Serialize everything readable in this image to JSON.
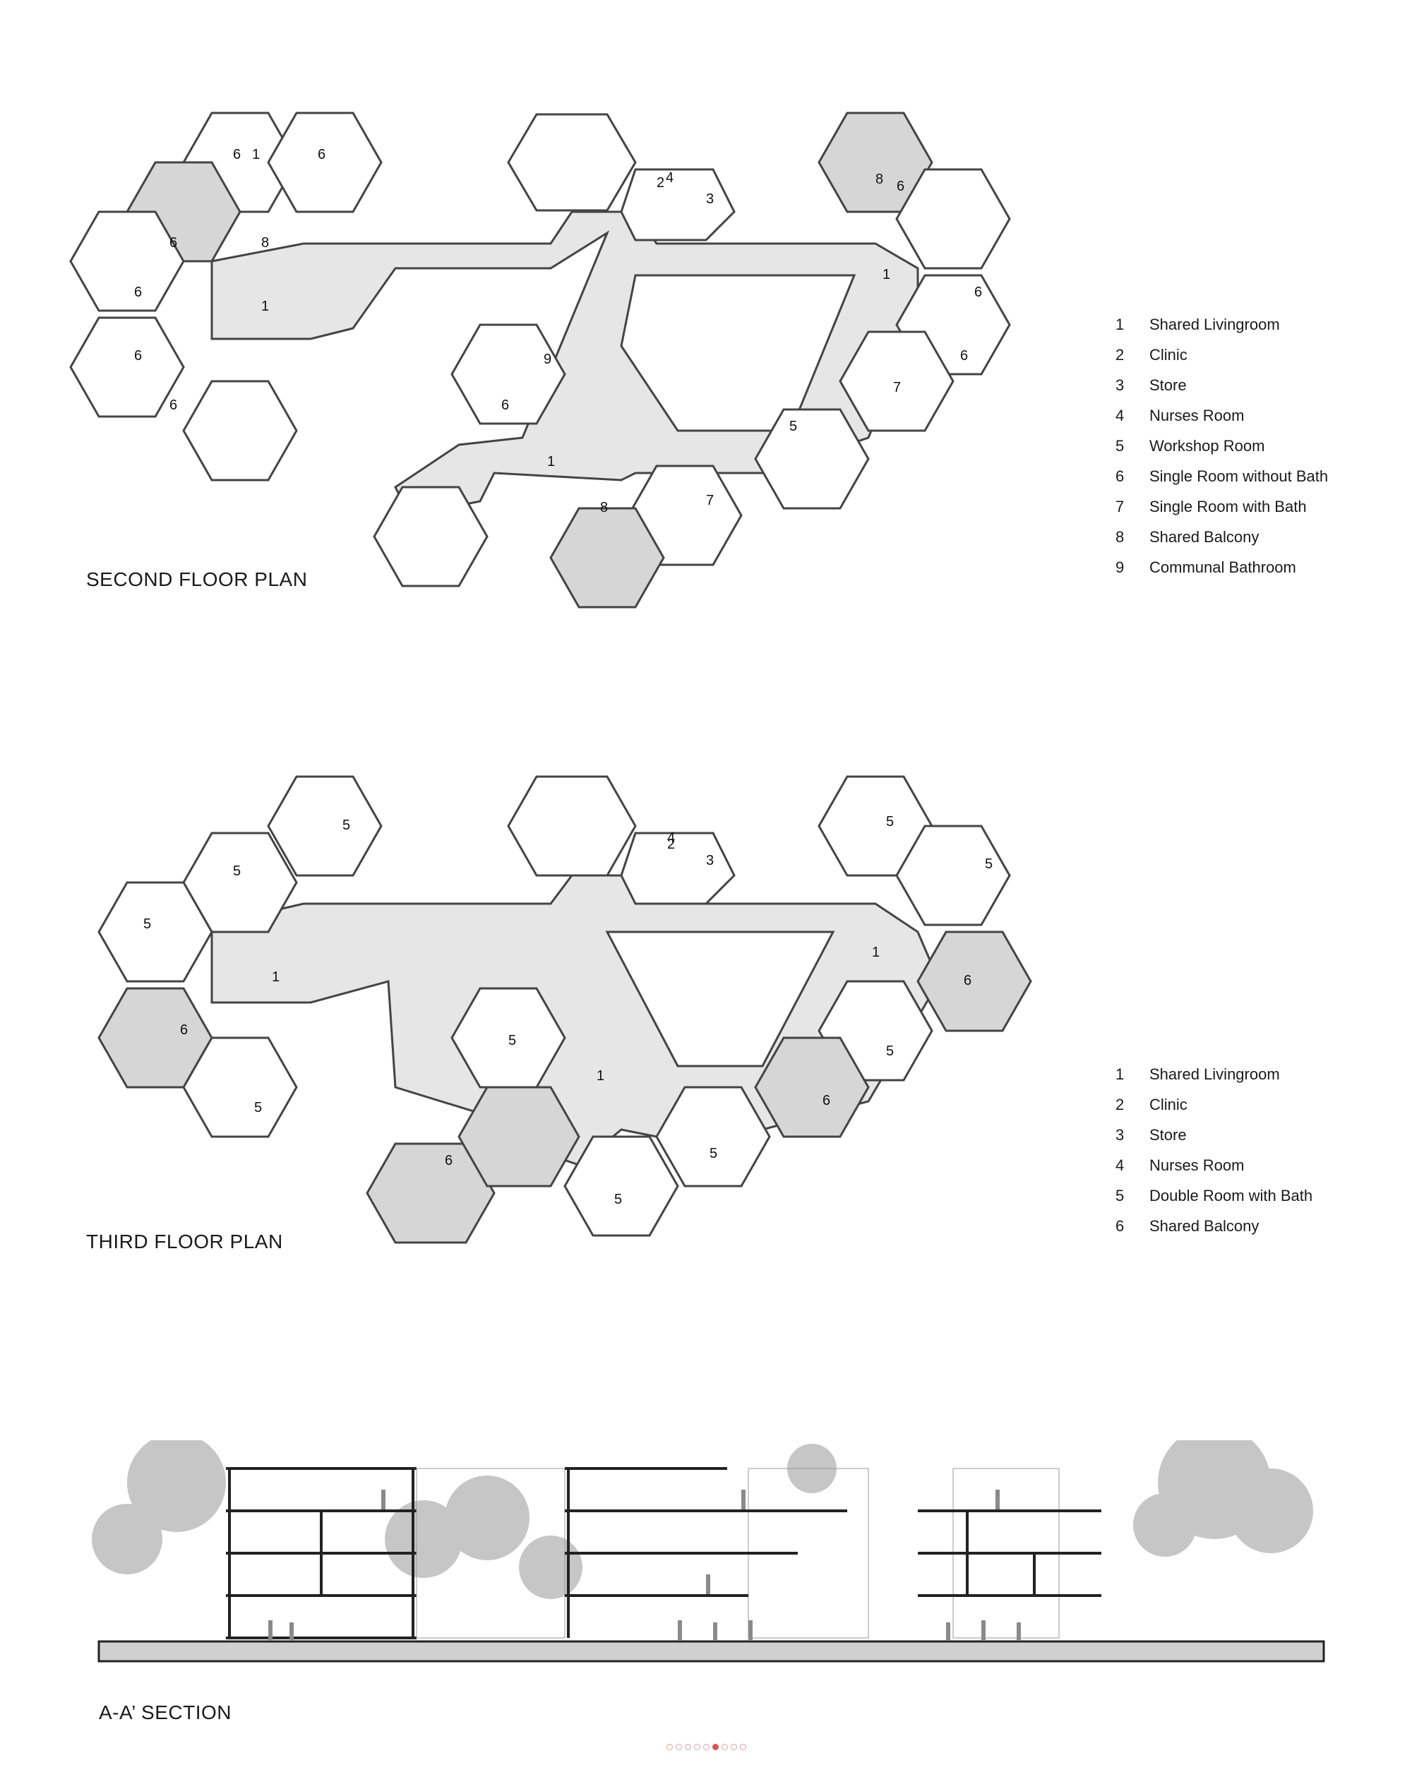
{
  "second_floor": {
    "title": "SECOND FLOOR PLAN",
    "legend": [
      {
        "num": "1",
        "label": "Shared Livingroom"
      },
      {
        "num": "2",
        "label": "Clinic"
      },
      {
        "num": "3",
        "label": "Store"
      },
      {
        "num": "4",
        "label": "Nurses Room"
      },
      {
        "num": "5",
        "label": "Workshop Room"
      },
      {
        "num": "6",
        "label": "Single Room without Bath"
      },
      {
        "num": "7",
        "label": "Single Room with Bath"
      },
      {
        "num": "8",
        "label": "Shared Balcony"
      },
      {
        "num": "9",
        "label": "Communal Bathroom"
      }
    ]
  },
  "third_floor": {
    "title": "THIRD FLOOR PLAN",
    "legend": [
      {
        "num": "1",
        "label": "Shared Livingroom"
      },
      {
        "num": "2",
        "label": "Clinic"
      },
      {
        "num": "3",
        "label": "Store"
      },
      {
        "num": "4",
        "label": "Nurses Room"
      },
      {
        "num": "5",
        "label": "Double Room with Bath"
      },
      {
        "num": "6",
        "label": "Shared Balcony"
      }
    ]
  },
  "section": {
    "title": "A-A’ SECTION"
  },
  "pager": {
    "count": 9,
    "active": 5
  },
  "colors": {
    "wall": "#333333",
    "corridor": "#e6e6e6",
    "room": "#ffffff",
    "balcony": "#d6d6d6",
    "accent": "#e05050"
  }
}
